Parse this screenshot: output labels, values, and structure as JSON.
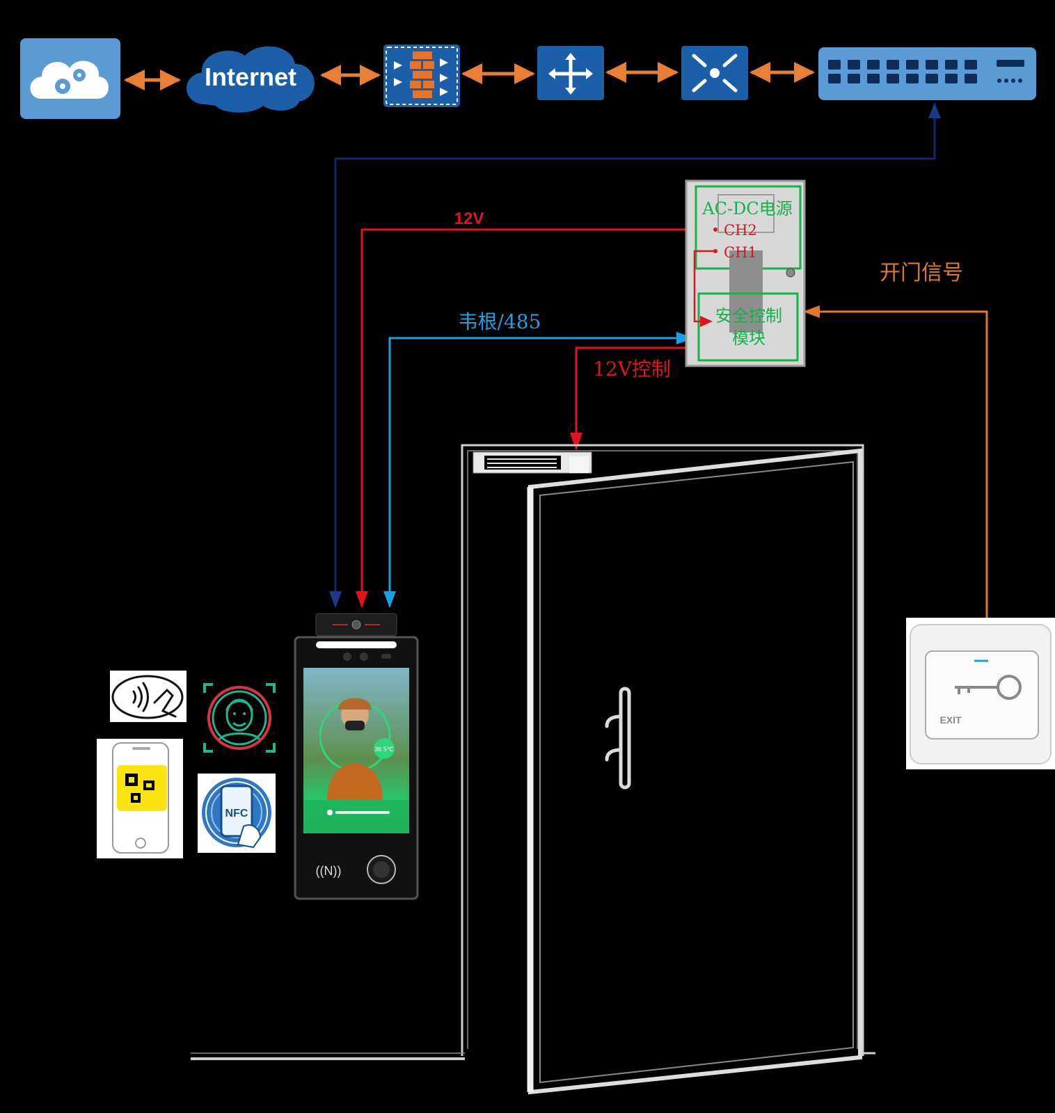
{
  "network": {
    "internet_label": "Internet"
  },
  "power_supply": {
    "title": "AC-DC电源",
    "ch2": "CH2",
    "ch1": "CH1",
    "module_line1": "安全控制",
    "module_line2": "模块"
  },
  "wires": {
    "power_12v": "12V",
    "wiegand_485": "韦根/485",
    "control_12v": "12V控制",
    "door_open_signal": "开门信号"
  },
  "terminal": {
    "temperature": "36.5℃"
  },
  "exit_button": {
    "label": "EXIT"
  },
  "access_methods": {
    "nfc_label": "NFC"
  },
  "colors": {
    "network_blue": "#1a5fa8",
    "device_blue": "#5b9bd5",
    "arrow_orange": "#e87f35",
    "wire_red": "#e0141c",
    "wire_navy": "#0f2a6b",
    "wire_cyan": "#1aa0e0",
    "signal_orange": "#e07a2a",
    "psu_green": "#12b34a"
  }
}
